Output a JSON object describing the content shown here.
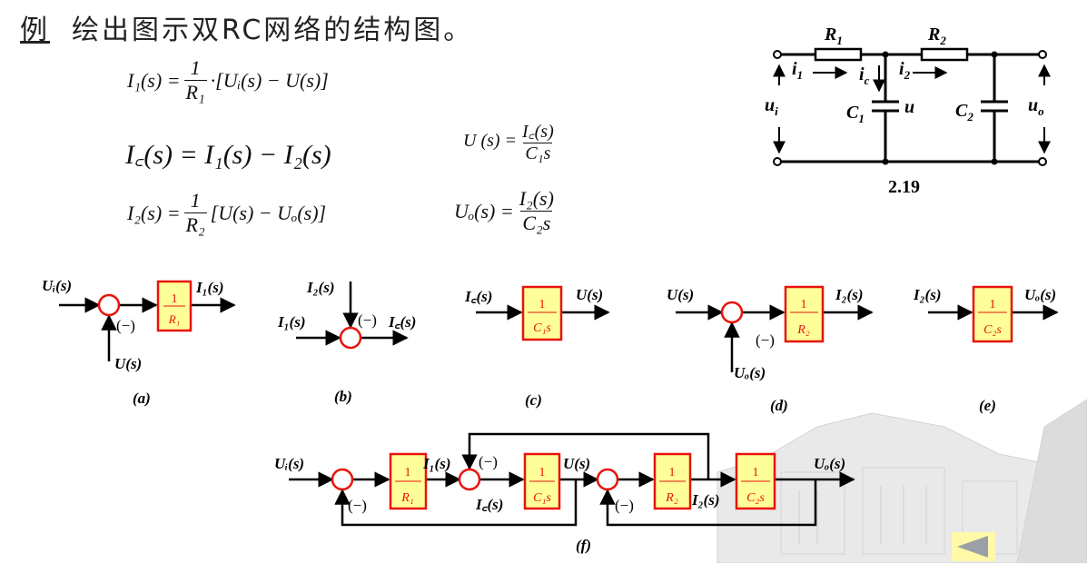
{
  "title": {
    "prefix": "例",
    "text": "绘出图示双RC网络的结构图。"
  },
  "equations": {
    "eq1": {
      "lhs": "I₁(s) =",
      "num": "1",
      "den": "R₁",
      "rhs": "·[Uᵢ(s) − U(s)]"
    },
    "eq2": {
      "text": "I꜀(s) = I₁(s) − I₂(s)"
    },
    "eq3": {
      "lhs": "U (s) =",
      "num": "I꜀(s)",
      "den": "C₁s"
    },
    "eq4": {
      "lhs": "I₂(s) =",
      "num": "1",
      "den": "R₂",
      "rhs": "[U(s) − Uₒ(s)]"
    },
    "eq5": {
      "lhs": "Uₒ(s) =",
      "num": "I₂(s)",
      "den": "C₂s"
    }
  },
  "circuit": {
    "R1": "R",
    "R1_sub": "1",
    "R2": "R",
    "R2_sub": "2",
    "i1": "i",
    "i1_sub": "1",
    "ic": "i",
    "ic_sub": "c",
    "i2": "i",
    "i2_sub": "2",
    "C1": "C",
    "C1_sub": "1",
    "C2": "C",
    "C2_sub": "2",
    "u": "u",
    "ui": "u",
    "ui_sub": "i",
    "uo": "u",
    "uo_sub": "o",
    "fig_number": "2.19"
  },
  "diagrams": {
    "a": {
      "caption": "(a)",
      "input": "Uᵢ(s)",
      "output": "I₁(s)",
      "feedback": "U(s)",
      "sign": "(−)",
      "block_num": "1",
      "block_den": "R₁"
    },
    "b": {
      "caption": "(b)",
      "input1": "I₂(s)",
      "input2": "I₁(s)",
      "output": "I꜀(s)",
      "sign": "(−)"
    },
    "c": {
      "caption": "(c)",
      "input": "I꜀(s)",
      "output": "U(s)",
      "block_num": "1",
      "block_den": "C₁s"
    },
    "d": {
      "caption": "(d)",
      "input": "U(s)",
      "output": "I₂(s)",
      "feedback": "Uₒ(s)",
      "sign": "(−)",
      "block_num": "1",
      "block_den": "R₂"
    },
    "e": {
      "caption": "(e)",
      "input": "I₂(s)",
      "output": "Uₒ(s)",
      "block_num": "1",
      "block_den": "C₂s"
    },
    "f": {
      "caption": "(f)",
      "input": "Uᵢ(s)",
      "i1": "I₁(s)",
      "ic": "I꜀(s)",
      "u": "U(s)",
      "i2": "I₂(s)",
      "output": "Uₒ(s)",
      "sign1": "(−)",
      "sign2": "(−)",
      "sign3": "(−)",
      "b1_num": "1",
      "b1_den": "R₁",
      "b2_num": "1",
      "b2_den": "C₁s",
      "b3_num": "1",
      "b3_den": "R₂",
      "b4_num": "1",
      "b4_den": "C₂s"
    }
  },
  "colors": {
    "block_fill": "#ffff99",
    "block_border": "#e8140c",
    "block_text": "#e8140c",
    "nav_fill": "#fff9a8",
    "nav_arrow": "#9aa0a8"
  },
  "nav": {
    "icon": "back-triangle-icon"
  }
}
